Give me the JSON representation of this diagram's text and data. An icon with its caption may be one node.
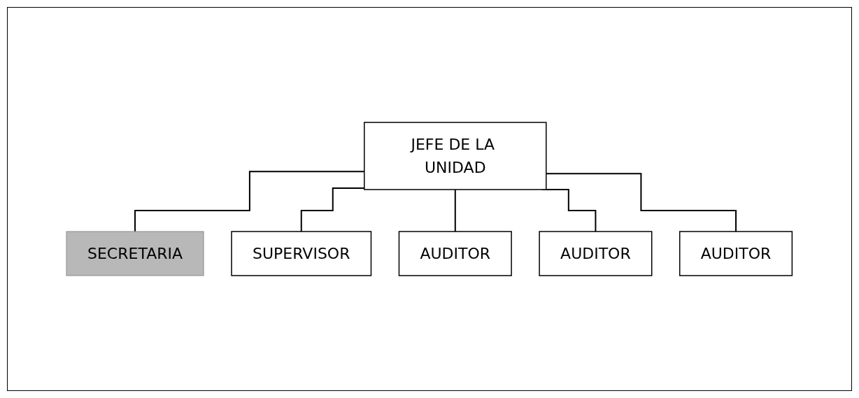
{
  "diagram": {
    "nodes": [
      {
        "text": [
          "JEFE DE LA UNIDAD"
        ]
      },
      {
        "text": [
          "SECRETARIA"
        ]
      },
      {
        "text": [
          "SUPERVISOR"
        ]
      },
      {
        "text": [
          "AUDITOR"
        ]
      },
      {
        "text": [
          "AUDITOR"
        ]
      },
      {
        "text": [
          "AUDITOR"
        ]
      }
    ],
    "edges": [
      {
        "from": 0,
        "to": 1,
        "arrow": "none"
      },
      {
        "from": 0,
        "to": 2,
        "arrow": "none"
      },
      {
        "from": 0,
        "to": 3,
        "arrow": "none"
      },
      {
        "from": 0,
        "to": 4,
        "arrow": "none"
      },
      {
        "from": 0,
        "to": 5,
        "arrow": "none"
      }
    ]
  }
}
